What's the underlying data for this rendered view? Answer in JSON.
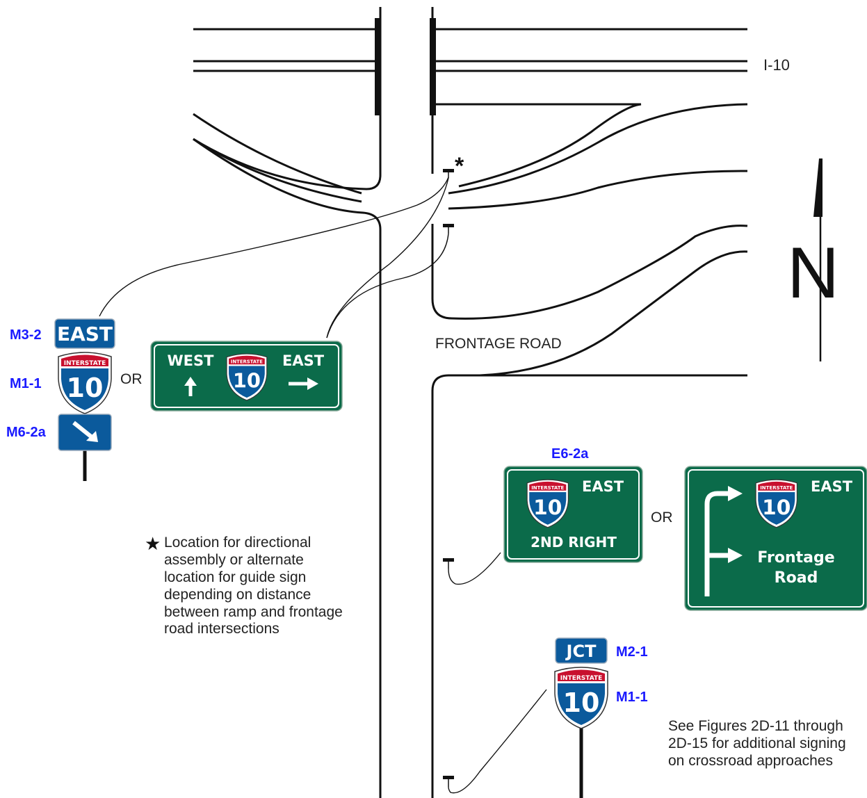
{
  "highway_label": "I-10",
  "frontage_label": "FRONTAGE ROAD",
  "north_label": "N",
  "or_label": "OR",
  "asterisk": "*",
  "note": {
    "star": "★",
    "lines": [
      "Location for directional",
      "assembly or alternate",
      "location for guide sign",
      "depending on distance",
      "between ramp and frontage",
      "road intersections"
    ]
  },
  "see_note": {
    "lines": [
      "See Figures 2D-11 through",
      "2D-15 for additional signing",
      "on crossroad approaches"
    ]
  },
  "assembly_left": {
    "m3_label": "M3-2",
    "m1_label": "M1-1",
    "m6_label": "M6-2a",
    "direction": "EAST",
    "shield_top": "INTERSTATE",
    "route": "10",
    "arrow_icon": "arrow-down-right-icon"
  },
  "guide_sign_top": {
    "left_dir": "WEST",
    "right_dir": "EAST",
    "shield_top": "INTERSTATE",
    "route": "10"
  },
  "e6_sign": {
    "code": "E6-2a",
    "direction": "EAST",
    "shield_top": "INTERSTATE",
    "route": "10",
    "bottom": "2ND RIGHT"
  },
  "frontage_sign": {
    "direction": "EAST",
    "shield_top": "INTERSTATE",
    "route": "10",
    "line1": "Frontage",
    "line2": "Road"
  },
  "assembly_bottom": {
    "jct": "JCT",
    "m2_label": "M2-1",
    "m1_label": "M1-1",
    "shield_top": "INTERSTATE",
    "route": "10"
  },
  "colors": {
    "guide_green": "#0b6b4a",
    "route_blue": "#0b5a9c",
    "shield_red": "#c8102e",
    "label_blue": "#1a1aff"
  }
}
